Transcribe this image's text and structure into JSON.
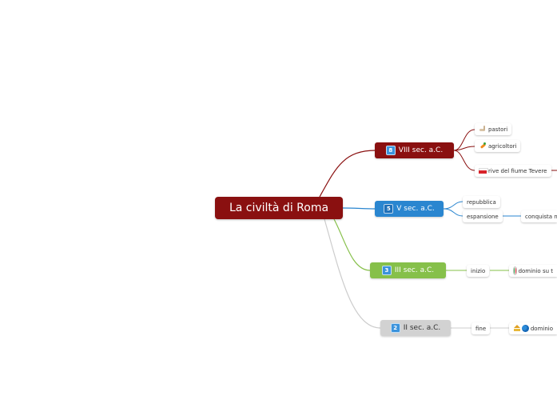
{
  "root": {
    "label": "La civiltà di Roma",
    "color": "#8a1010"
  },
  "branches": [
    {
      "badge": "8",
      "label": "VIII sec. a.C.",
      "color": "#8a1010",
      "line_color": "#8a1010",
      "leaves": [
        {
          "icon": "llama-icon",
          "label": "pastori"
        },
        {
          "icon": "carrot-icon",
          "label": "agricoltori"
        },
        {
          "icon": "flag-icon",
          "label": "rive del fiume Tevere"
        }
      ]
    },
    {
      "badge": "5",
      "label": "V sec. a.C.",
      "color": "#2a86d0",
      "line_color": "#2a86d0",
      "leaves": [
        {
          "label": "repubblica"
        },
        {
          "label": "espansione",
          "child": "conquista n"
        }
      ]
    },
    {
      "badge": "3",
      "label": "III sec. a.C.",
      "color": "#86c04a",
      "line_color": "#86c04a",
      "leaves": [
        {
          "label": "inizio",
          "child": "dominio su t",
          "child_icon": "italy-flag-icon"
        }
      ]
    },
    {
      "badge": "2",
      "label": "II sec. a.C.",
      "color": "#d2d2d2",
      "line_color": "#cccccc",
      "leaves": [
        {
          "label": "fine",
          "child": "dominio",
          "child_icons": [
            "temple-icon",
            "globe-icon"
          ]
        }
      ]
    }
  ]
}
